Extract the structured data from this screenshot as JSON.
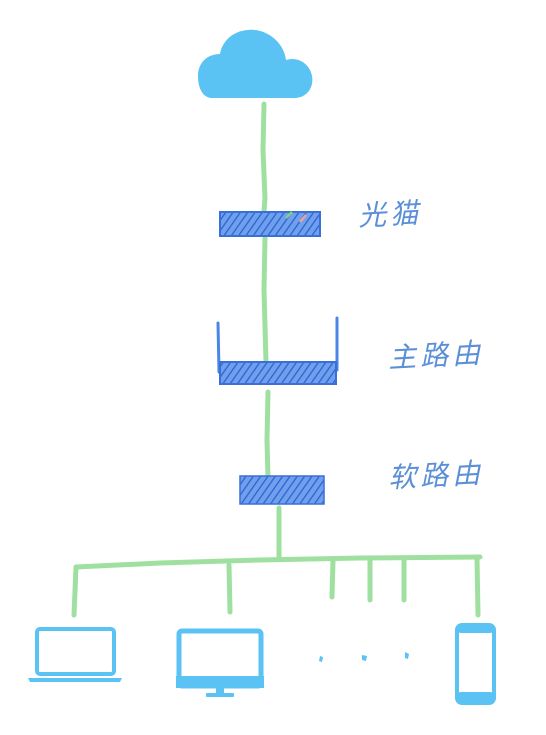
{
  "labels": {
    "optical_modem": "光猫",
    "main_router": "主路由",
    "soft_router": "软路由"
  },
  "colors": {
    "cloud": "#5bc2f4",
    "link": "#9fe0a0",
    "device_fill": "#4a86e8",
    "device_stroke": "#3a6fd8",
    "client": "#5bc2f4",
    "label": "#5b8fd6"
  },
  "icons": {
    "internet": "cloud-icon",
    "clients": [
      "laptop-icon",
      "desktop-monitor-icon",
      "ellipsis-dots",
      "smartphone-icon"
    ]
  }
}
